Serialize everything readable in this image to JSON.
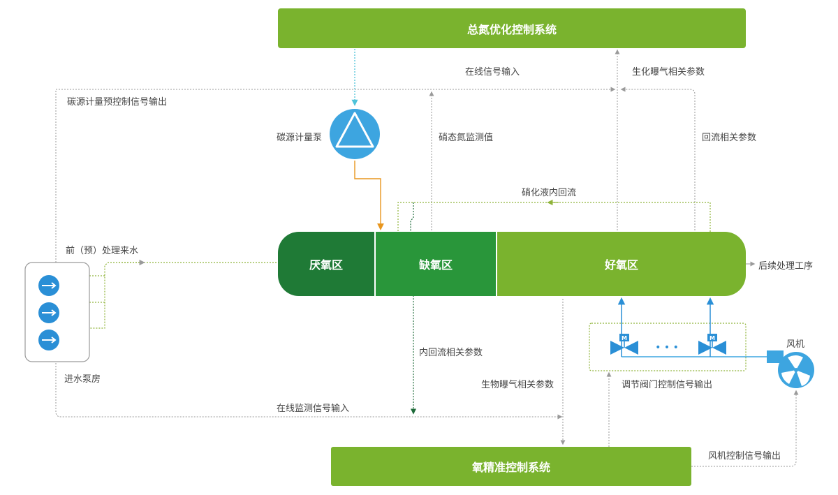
{
  "colors": {
    "system_box": "#7ab32e",
    "anaerobic": "#1f7a36",
    "anoxic": "#29963a",
    "aerobic": "#7ab32e",
    "pump_blue": "#3da5e0",
    "valve_blue": "#2a8fd6",
    "line_gray": "#9a9a9a",
    "line_green": "#8fb33a",
    "line_orange": "#e8961e",
    "line_cyan": "#4fc3d9",
    "line_darkgreen": "#1e6b3a"
  },
  "top_system": {
    "title": "总氮优化控制系统"
  },
  "bottom_system": {
    "title": "氧精准控制系统"
  },
  "zones": {
    "anaerobic": "厌氧区",
    "anoxic": "缺氧区",
    "aerobic": "好氧区"
  },
  "labels": {
    "online_signal_in": "在线信号输入",
    "bio_aeration_params_top": "生化曝气相关参数",
    "carbon_dosing_signal_out": "碳源计量预控制信号输出",
    "carbon_pump": "碳源计量泵",
    "nitrate_monitor": "硝态氮监测值",
    "reflux_params": "回流相关参数",
    "nitrate_internal_reflux": "硝化液内回流",
    "pretreated_inflow": "前（预）处理来水",
    "post_process": "后续处理工序",
    "inlet_pump_house": "进水泵房",
    "internal_reflux_params": "内回流相关参数",
    "bio_aeration_params": "生物曝气相关参数",
    "valve_control_out": "调节阀门控制信号输出",
    "fan": "风机",
    "online_monitor_in": "在线监测信号输入",
    "fan_control_out": "风机控制信号输出",
    "valve_badge": "M",
    "ellipsis": "• • •"
  }
}
